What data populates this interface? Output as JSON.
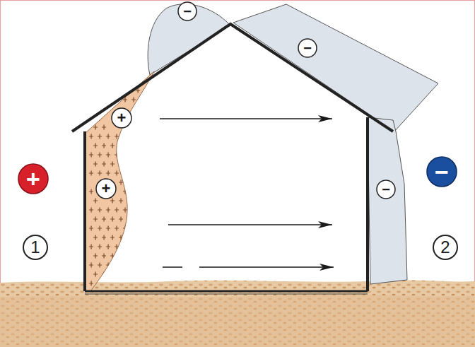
{
  "diagram": {
    "labels": [
      "+",
      "1",
      "−",
      "2",
      "+",
      "+",
      "−",
      "−",
      "−"
    ]
  }
}
